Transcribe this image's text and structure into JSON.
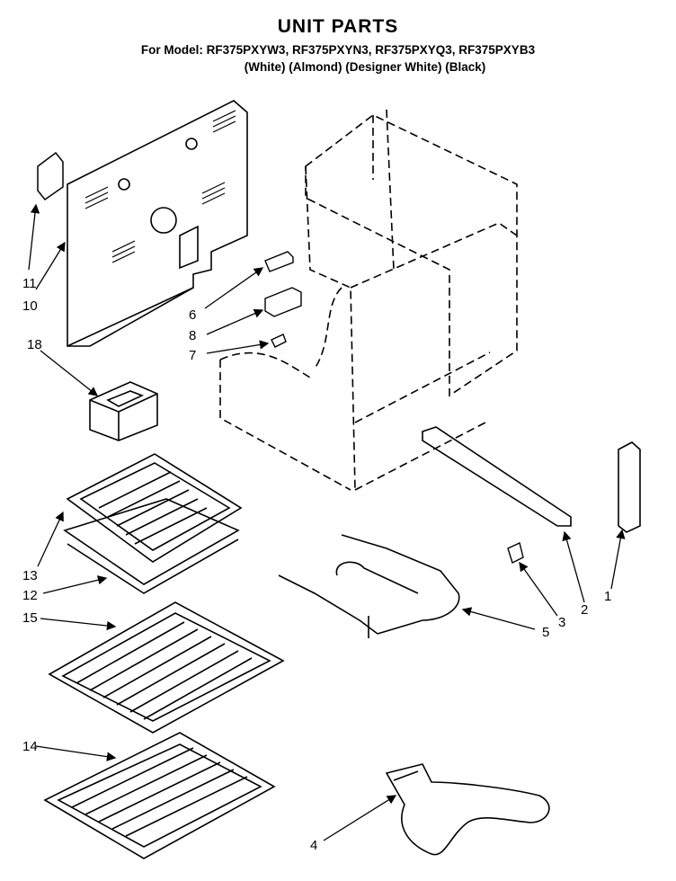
{
  "header": {
    "title": "UNIT PARTS",
    "models": "For Model: RF375PXYW3, RF375PXYN3, RF375PXYQ3, RF375PXYB3",
    "variants": "(White) (Almond) (Designer White) (Black)"
  },
  "callouts": {
    "p1": "1",
    "p2": "2",
    "p3": "3",
    "p4": "4",
    "p5": "5",
    "p6": "6",
    "p7": "7",
    "p8": "8",
    "p10": "10",
    "p11": "11",
    "p12": "12",
    "p13": "13",
    "p14": "14",
    "p15": "15",
    "p18": "18"
  }
}
